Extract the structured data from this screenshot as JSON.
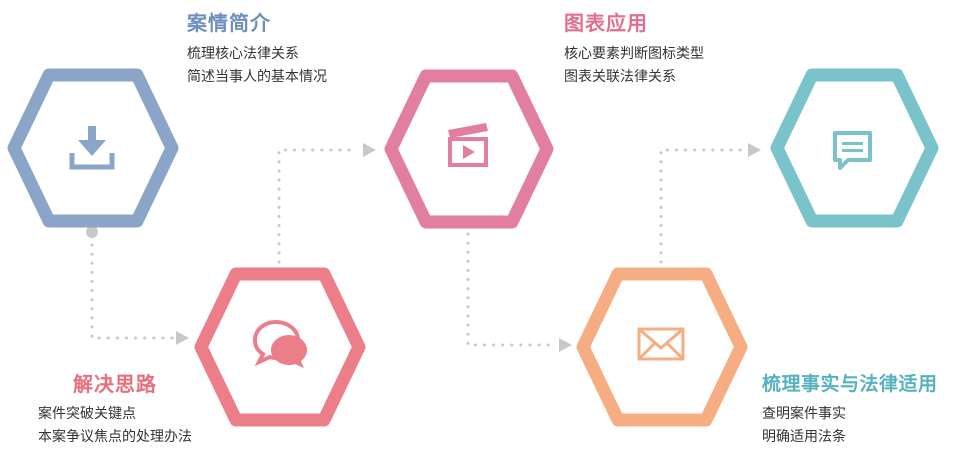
{
  "steps": [
    {
      "id": "case-summary",
      "title": "案情简介",
      "lines": [
        "梳理核心法律关系",
        "简述当事人的基本情况"
      ],
      "color": "#8aa5c8",
      "icon": "download-icon"
    },
    {
      "id": "solution-approach",
      "title": "解决思路",
      "lines": [
        "案件突破关键点",
        "本案争议焦点的处理办法"
      ],
      "color": "#ec7e8a",
      "icon": "chat-bubbles-icon"
    },
    {
      "id": "chart-application",
      "title": "图表应用",
      "lines": [
        "核心要素判断图标类型",
        "图表关联法律关系"
      ],
      "color": "#e27f9f",
      "icon": "clapperboard-icon"
    },
    {
      "id": "fact-law-sorting",
      "title": "梳理事实与法律适用",
      "lines": [
        "查明案件事实",
        "明确适用法条"
      ],
      "color": "#7ac3cb",
      "icon": "comment-icon"
    }
  ],
  "hex_colors": {
    "download": "#8aa5c8",
    "chat": "#ec7e8a",
    "video": "#e27f9f",
    "mail": "#f7ad82",
    "comment": "#7ac3cb"
  },
  "connector_color": "#c8c8c8"
}
